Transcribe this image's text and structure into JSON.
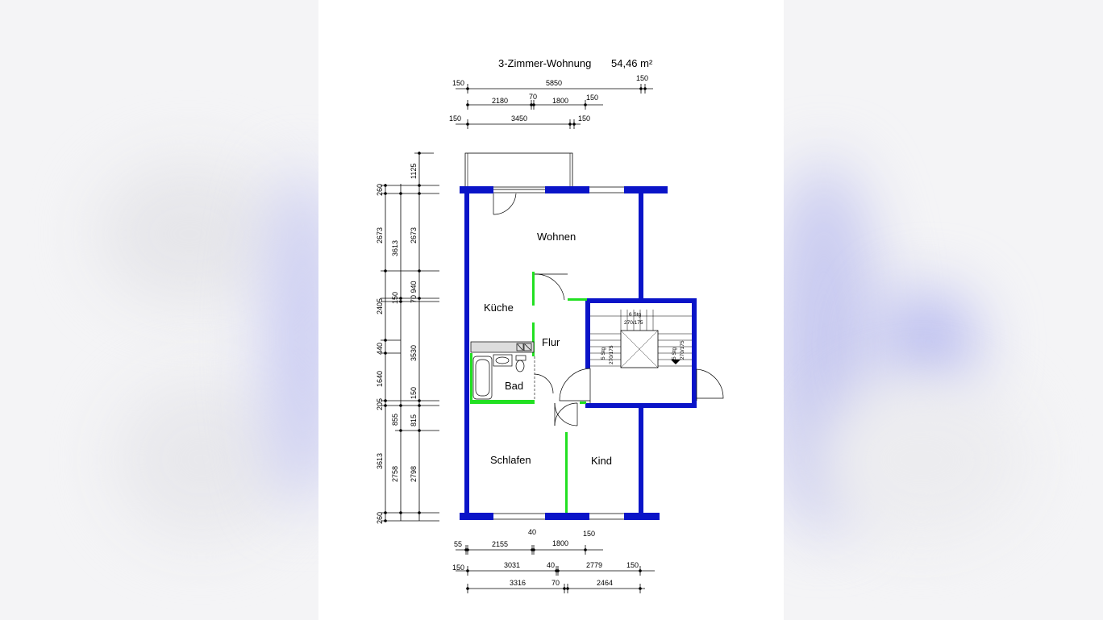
{
  "plan": {
    "title": "3-Zimmer-Wohnung",
    "area": "54,46 m²",
    "rooms": {
      "wohnen": "Wohnen",
      "kueche": "Küche",
      "flur": "Flur",
      "bad": "Bad",
      "schlafen": "Schlafen",
      "kind": "Kind"
    },
    "stairs": {
      "top": "6 Stg",
      "top_ratio": "270/175",
      "left": "5 Stg",
      "left_ratio": "270/175",
      "right": "5 Stg",
      "right_ratio": "270/175"
    },
    "dims_top": {
      "r1": [
        "150",
        "5850",
        "150"
      ],
      "r2": [
        "2180",
        "70",
        "1800",
        "150"
      ],
      "r3": [
        "150",
        "3450",
        "150"
      ]
    },
    "dims_left": {
      "outer": [
        "1125",
        "260",
        "2673",
        "2405",
        "440",
        "1640",
        "205",
        "3613",
        "260"
      ],
      "mid": [
        "3613",
        "150",
        "855",
        "2758"
      ],
      "inner": [
        "2673",
        "70 940",
        "3530",
        "150",
        "815",
        "2798"
      ]
    },
    "dims_bottom": {
      "r1": [
        "55",
        "2155",
        "40",
        "1800",
        "150"
      ],
      "r2": [
        "150",
        "3031",
        "40",
        "2779",
        "150"
      ],
      "r3": [
        "3316",
        "70",
        "2464"
      ]
    }
  },
  "colors": {
    "outer_wall": "#0a14c8",
    "inner_wall": "#22e022",
    "line": "#000000"
  }
}
